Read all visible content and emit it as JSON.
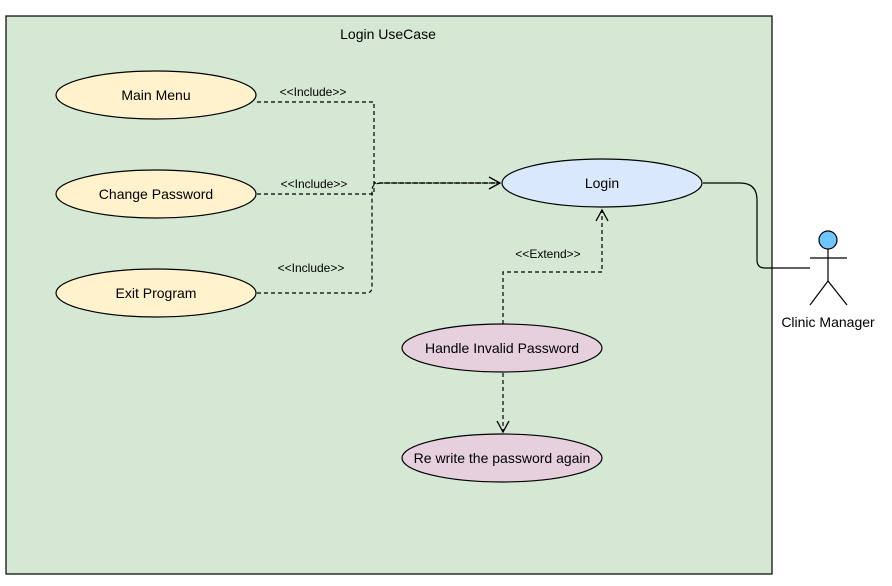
{
  "system": {
    "title": "Login UseCase",
    "fill": "#d5e8d4",
    "stroke": "#000000"
  },
  "use_cases": {
    "main_menu": {
      "label": "Main Menu",
      "fill": "#fff2cc"
    },
    "change_password": {
      "label": "Change Password",
      "fill": "#fff2cc"
    },
    "exit_program": {
      "label": "Exit Program",
      "fill": "#fff2cc"
    },
    "login": {
      "label": "Login",
      "fill": "#dae8fc"
    },
    "handle_invalid": {
      "label": "Handle Invalid Password",
      "fill": "#e6d0de"
    },
    "rewrite": {
      "label": "Re write the password again",
      "fill": "#e6d0de"
    }
  },
  "relations": {
    "include_1": "<<Include>>",
    "include_2": "<<Include>>",
    "include_3": "<<Include>>",
    "extend": "<<Extend>>"
  },
  "actor": {
    "label": "Clinic Manager",
    "head_color": "#6ec6ff"
  }
}
